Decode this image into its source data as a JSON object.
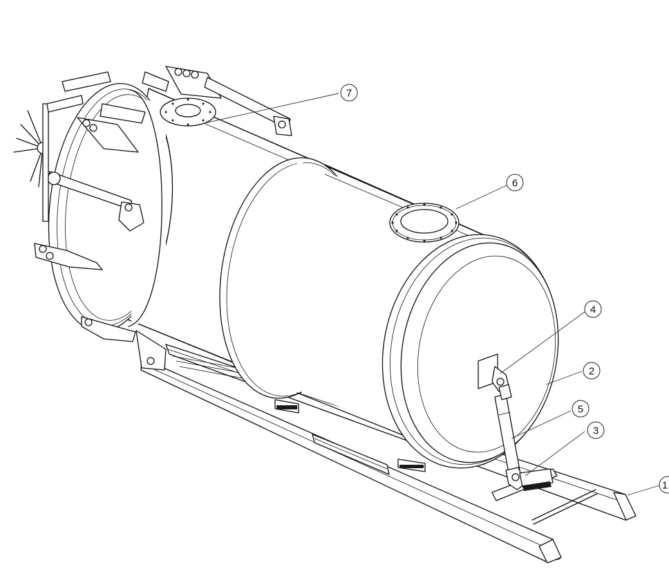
{
  "callouts": [
    {
      "id": "c1",
      "label": "1"
    },
    {
      "id": "c2",
      "label": "2"
    },
    {
      "id": "c3",
      "label": "3"
    },
    {
      "id": "c4",
      "label": "4"
    },
    {
      "id": "c5",
      "label": "5"
    },
    {
      "id": "c6",
      "label": "6"
    },
    {
      "id": "c7",
      "label": "7"
    }
  ],
  "colors": {
    "line": "#111111",
    "background": "#ffffff"
  }
}
